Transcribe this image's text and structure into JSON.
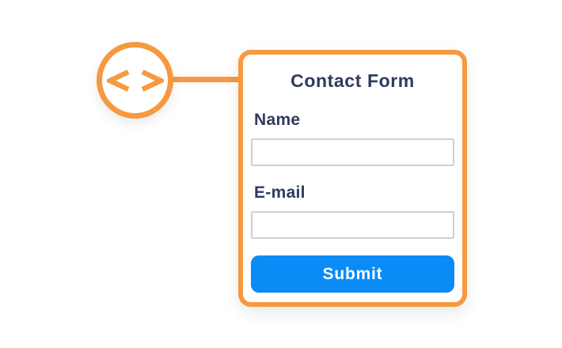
{
  "badge": {
    "icon": "code-brackets-icon",
    "glyph": "< >",
    "color": "#F6993F"
  },
  "form": {
    "title": "Contact Form",
    "fields": [
      {
        "label": "Name",
        "value": ""
      },
      {
        "label": "E-mail",
        "value": ""
      }
    ],
    "submit_label": "Submit"
  },
  "colors": {
    "accent_orange": "#F6993F",
    "text_navy": "#2F3A5E",
    "button_blue": "#0A8BF5",
    "input_border": "#CCD0D9",
    "background": "#FFFFFF"
  }
}
